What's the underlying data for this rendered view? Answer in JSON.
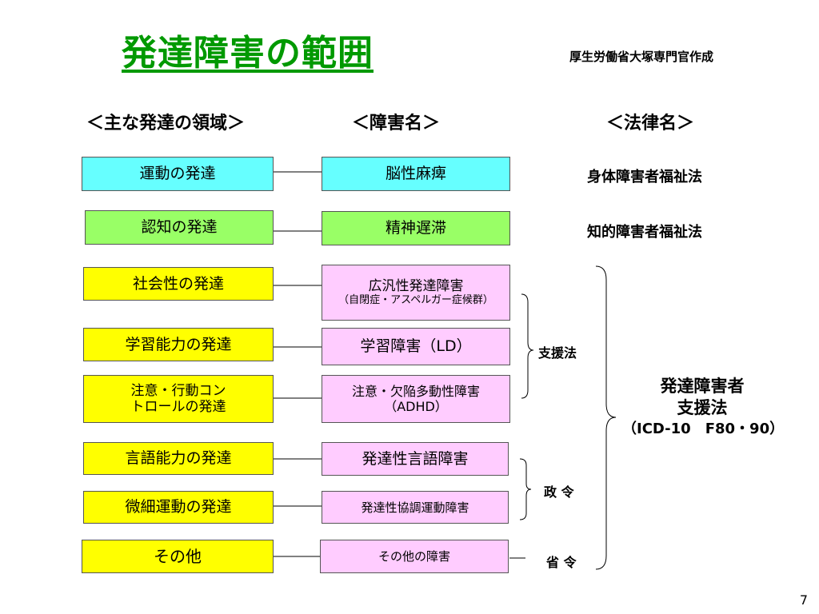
{
  "title": "発達障害の範囲",
  "author": "厚生労働省大塚専門官作成",
  "headers": {
    "domain": "＜主な発達の領域＞",
    "disorder": "＜障害名＞",
    "law": "＜法律名＞"
  },
  "rows": [
    {
      "domain": "運動の発達",
      "disorder": "脳性麻痺"
    },
    {
      "domain": "認知の発達",
      "disorder": "精神遅滞"
    },
    {
      "domain": "社会性の発達",
      "disorder": "広汎性発達障害",
      "disorder_sub": "（自閉症・アスペルガー症候群）"
    },
    {
      "domain": "学習能力の発達",
      "disorder": "学習障害（LD）"
    },
    {
      "domain_line1": "注意・行動コン",
      "domain_line2": "トロールの発達",
      "disorder_line1": "注意・欠陥多動性障害",
      "disorder_line2": "（ADHD）"
    },
    {
      "domain": "言語能力の発達",
      "disorder": "発達性言語障害"
    },
    {
      "domain": "微細運動の発達",
      "disorder": "発達性協調運動障害"
    },
    {
      "domain": "その他",
      "disorder": "その他の障害"
    }
  ],
  "laws": {
    "physical": "身体障害者福祉法",
    "intellectual": "知的障害者福祉法",
    "support": "支援法",
    "cabinet_order": "政 令",
    "ministerial_order": "省 令",
    "big_line1": "発達障害者",
    "big_line2": "支援法",
    "big_code": "（ICD-10　F80・90）"
  },
  "page_number": "7",
  "colors": {
    "title": "#009900",
    "cyan": "#66ffff",
    "green": "#99ff66",
    "yellow": "#ffff00",
    "pink": "#ffccff"
  }
}
